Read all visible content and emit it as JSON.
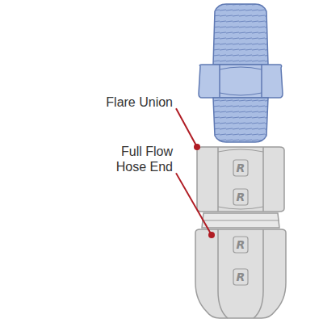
{
  "diagram": {
    "labels": [
      "Flare Union",
      "Full Flow Hose End",
      "R",
      "R",
      "R",
      "R"
    ]
  }
}
